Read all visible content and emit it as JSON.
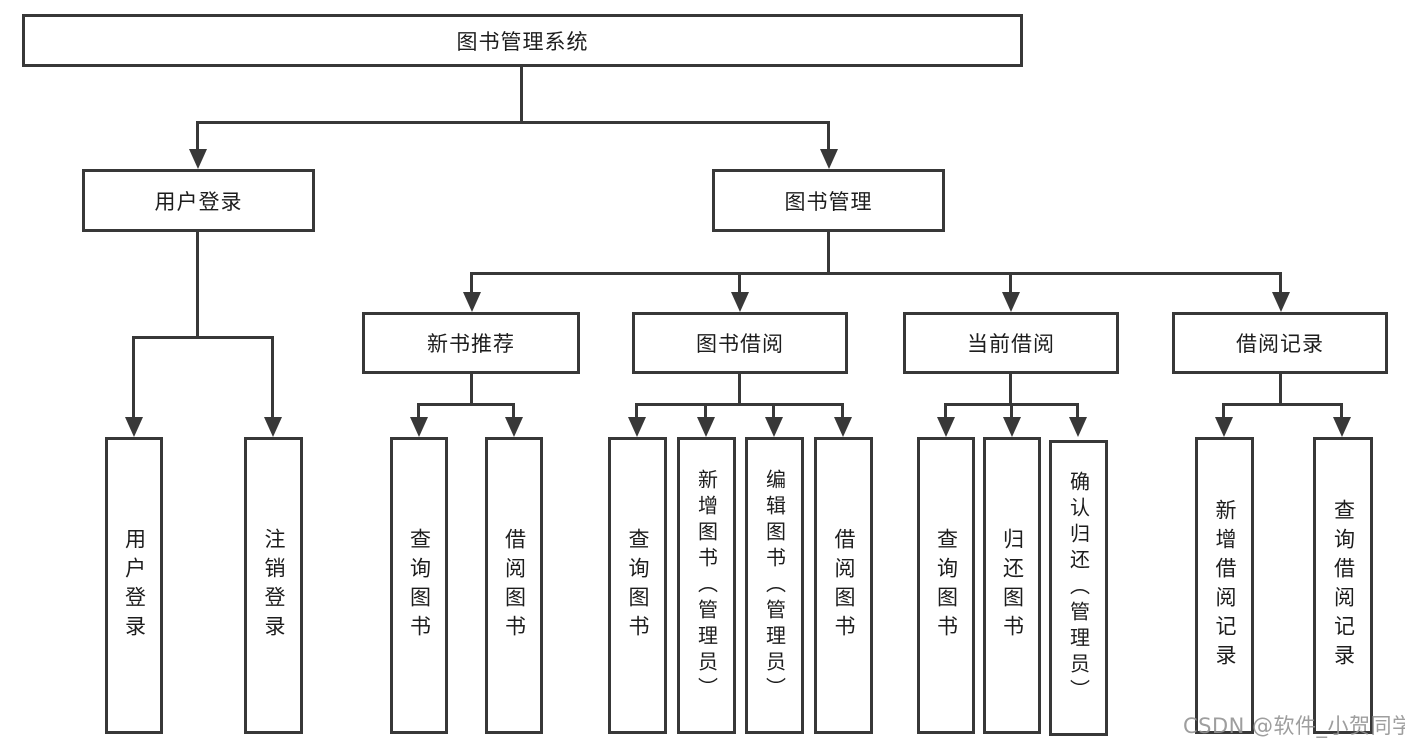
{
  "diagram": {
    "title": "图书管理系统",
    "root": "图书管理系统",
    "branches": {
      "user_login": "用户登录",
      "book_management": "图书管理"
    },
    "modules": {
      "new_book_recommend": "新书推荐",
      "book_borrowing": "图书借阅",
      "current_borrowing": "当前借阅",
      "borrowing_records": "借阅记录"
    },
    "leaves": {
      "user_login_leaf": "用户登录",
      "logout": "注销登录",
      "recommend_query": "查询图书",
      "recommend_borrow": "借阅图书",
      "borrow_query": "查询图书",
      "borrow_add": "新增图书（管理员）",
      "borrow_edit": "编辑图书（管理员）",
      "borrow_borrow": "借阅图书",
      "current_query": "查询图书",
      "current_return": "归还图书",
      "current_confirm": "确认归还（管理员）",
      "records_add": "新增借阅记录",
      "records_query": "查询借阅记录"
    },
    "watermark": "CSDN @软件_小贺同学",
    "colors": {
      "line": "#383838",
      "text": "#1d1d1d",
      "watermark": "#949494",
      "background": "#ffffff"
    }
  }
}
